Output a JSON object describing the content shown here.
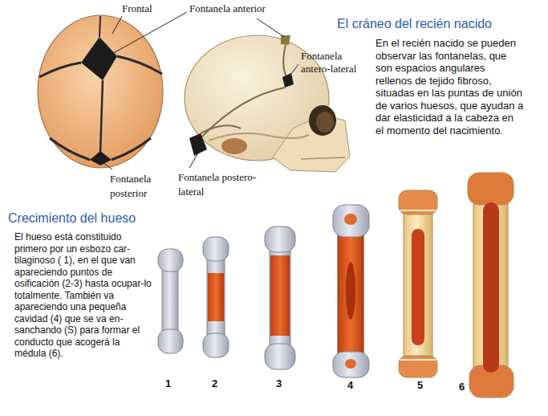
{
  "diagram": {
    "labels": [
      "Frontal",
      "Fontanela anterior",
      "Fontanela antero-lateral",
      "El cráneo del recién nacido",
      "En el recién nacido se pueden observar las fontanelas, que son espacios angulares rellenos de tejido fibroso, situadas en las puntas de unión de varios huesos, que ayudan a dar elasticidad a la cabeza en el momento del nacimiento.",
      "Fontanela posterior",
      "Fontanela postero-lateral",
      "Crecimiento del hueso",
      "El hueso está constituido primero por un esbozo car-tilaginoso ( 1), en el que van apareciendo puntos de osificación (2-3) hasta ocupar-lo totalmente. También va apareciendo una pequeña cavidad (4) que se va en-sanchando (S) para formar el conducto que acogerá la médula (6).",
      "1",
      "2",
      "3",
      "4",
      "5",
      "6"
    ]
  }
}
